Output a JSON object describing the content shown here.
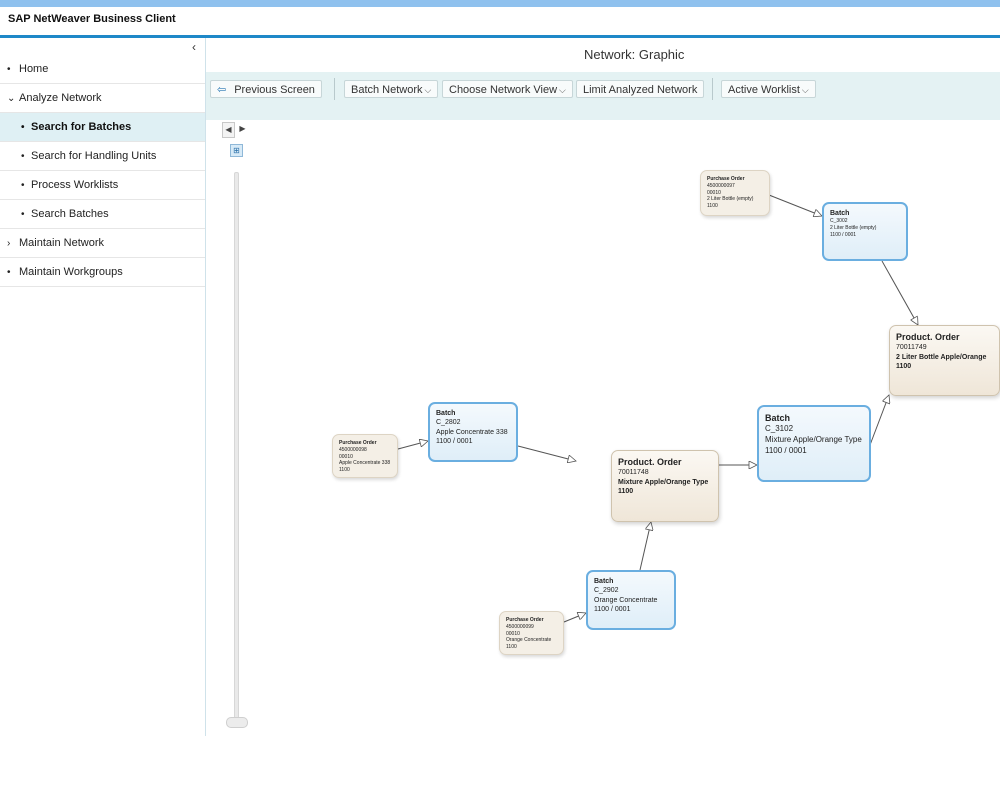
{
  "app": {
    "title": "SAP NetWeaver Business Client"
  },
  "sidebar": {
    "collapse_icon": "chevron-left-icon",
    "items": [
      {
        "label": "Home",
        "marker": "•"
      },
      {
        "label": "Analyze Network",
        "marker": "⌄"
      },
      {
        "label": "Search for Batches",
        "marker": "•"
      },
      {
        "label": "Search for Handling Units",
        "marker": "•"
      },
      {
        "label": "Process Worklists",
        "marker": "•"
      },
      {
        "label": "Search Batches",
        "marker": "•"
      },
      {
        "label": "Maintain Network",
        "marker": "›"
      },
      {
        "label": "Maintain Workgroups",
        "marker": "•"
      }
    ]
  },
  "screen": {
    "title": "Network: Graphic"
  },
  "toolbar": {
    "previous_screen": "Previous Screen",
    "batch_network": "Batch Network",
    "choose_network_view": "Choose Network View",
    "limit_analyzed_network": "Limit Analyzed Network",
    "active_worklist": "Active Worklist"
  },
  "graph": {
    "nodes": {
      "po_top": {
        "title": "Purchase Order",
        "l1": "4500000097",
        "l2": "00010",
        "l3": "2 Liter Bottle (empty)",
        "l4": "1100"
      },
      "batch_top": {
        "title": "Batch",
        "l1": "C_3002",
        "l2": "2 Liter Bottle (empty)",
        "l3": "1100 / 0001"
      },
      "order_right": {
        "title": "Product. Order",
        "l1": "70011749",
        "l2": "2 Liter Bottle Apple/Orange",
        "l3": "1100"
      },
      "po_left": {
        "title": "Purchase Order",
        "l1": "4500000098",
        "l2": "00010",
        "l3": "Apple Concentrate 338",
        "l4": "1100"
      },
      "batch_apple": {
        "title": "Batch",
        "l1": "C_2802",
        "l2": "Apple Concentrate 338",
        "l3": "1100 / 0001"
      },
      "order_mid": {
        "title": "Product. Order",
        "l1": "70011748",
        "l2": "Mixture Apple/Orange Type",
        "l3": "1100"
      },
      "batch_mix": {
        "title": "Batch",
        "l1": "C_3102",
        "l2": "Mixture Apple/Orange Type",
        "l3": "1100 / 0001"
      },
      "batch_orange": {
        "title": "Batch",
        "l1": "C_2902",
        "l2": "Orange Concentrate",
        "l3": "1100 / 0001"
      },
      "po_bottom": {
        "title": "Purchase Order",
        "l1": "4500000099",
        "l2": "00010",
        "l3": "Orange Concentrate",
        "l4": "1100"
      }
    }
  },
  "icons": {
    "back": "arrow-left-icon",
    "scroll_left": "scroll-left-icon",
    "scroll_right": "scroll-right-icon",
    "zoom": "zoom-icon"
  },
  "colors": {
    "accent": "#1e88c8",
    "top_strip": "#8fc1ee",
    "toolbar_bg": "#e4f2f3",
    "batch_border": "#6aaee0",
    "selected_nav": "#dff0f4"
  }
}
